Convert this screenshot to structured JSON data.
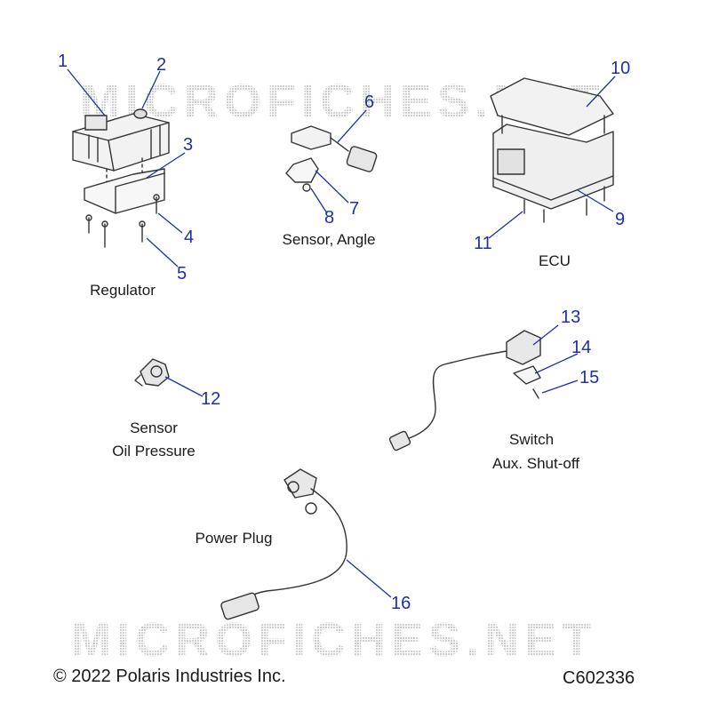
{
  "watermark": "MICROFICHES.NET",
  "captions": {
    "regulator": "Regulator",
    "sensor_angle": "Sensor, Angle",
    "ecu": "ECU",
    "sensor_oil_line1": "Sensor",
    "sensor_oil_line2": "Oil Pressure",
    "switch_line1": "Switch",
    "switch_line2": "Aux. Shut-off",
    "power_plug": "Power Plug"
  },
  "callouts": [
    "1",
    "2",
    "3",
    "4",
    "5",
    "6",
    "7",
    "8",
    "9",
    "10",
    "11",
    "12",
    "13",
    "14",
    "15",
    "16"
  ],
  "footer": {
    "copyright": "© 2022 Polaris Industries Inc.",
    "code": "C602336"
  },
  "colors": {
    "callout": "#1f2fa8",
    "line_art": "#333333",
    "watermark": "#d6d6d6"
  }
}
